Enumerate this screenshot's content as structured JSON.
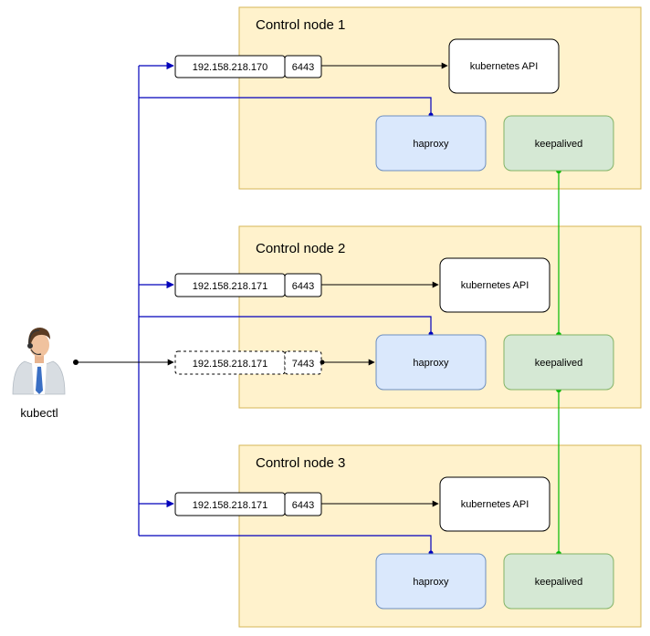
{
  "user": {
    "label": "kubectl"
  },
  "nodes": [
    {
      "title": "Control node 1",
      "ip": "192.158.218.170",
      "port": "6443",
      "api_label": "kubernetes API",
      "haproxy_label": "haproxy",
      "keepalived_label": "keepalived"
    },
    {
      "title": "Control node 2",
      "ip": "192.158.218.171",
      "port": "6443",
      "api_label": "kubernetes API",
      "haproxy_label": "haproxy",
      "keepalived_label": "keepalived",
      "vip": {
        "ip": "192.158.218.171",
        "port": "7443"
      }
    },
    {
      "title": "Control node 3",
      "ip": "192.158.218.171",
      "port": "6443",
      "api_label": "kubernetes API",
      "haproxy_label": "haproxy",
      "keepalived_label": "keepalived"
    }
  ],
  "colors": {
    "node_fill": "#fff2cc",
    "node_stroke": "#d6b656",
    "haproxy_fill": "#dae8fc",
    "haproxy_stroke": "#6c8ebf",
    "keepalived_fill": "#d5e8d4",
    "keepalived_stroke": "#82b366",
    "blue_line": "#0000bb",
    "green_line": "#00bb00"
  }
}
